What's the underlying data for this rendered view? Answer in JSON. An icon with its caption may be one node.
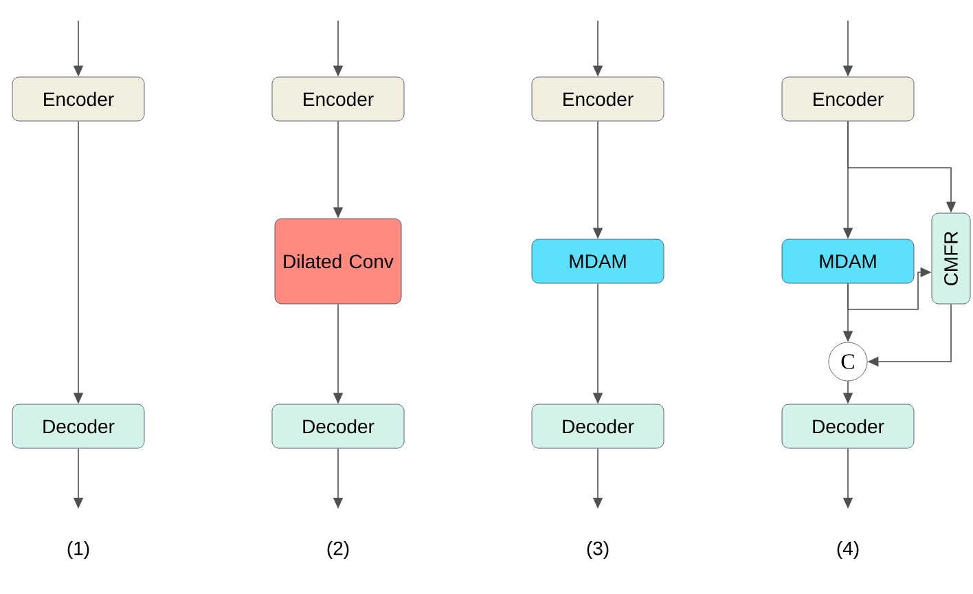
{
  "diagram": {
    "nodes": [
      {
        "text": [
          "Encoder"
        ]
      },
      {
        "text": [
          "Decoder"
        ]
      },
      {
        "text": [
          "Encoder"
        ]
      },
      {
        "text": [
          "Dilated Conv"
        ]
      },
      {
        "text": [
          "Decoder"
        ]
      },
      {
        "text": [
          "Encoder"
        ]
      },
      {
        "text": [
          "MDAM"
        ]
      },
      {
        "text": [
          "Decoder"
        ]
      },
      {
        "text": [
          "Encoder"
        ]
      },
      {
        "text": [
          "MDAM"
        ]
      },
      {
        "text": [
          "CMFR"
        ]
      },
      {
        "text": [
          "C"
        ]
      },
      {
        "text": [
          "Decoder"
        ]
      }
    ],
    "edges": [
      {
        "from": null,
        "to": 0,
        "arrow": "to"
      },
      {
        "from": 0,
        "to": 1,
        "arrow": "to"
      },
      {
        "from": 1,
        "to": null,
        "arrow": "to"
      },
      {
        "from": null,
        "to": 2,
        "arrow": "to"
      },
      {
        "from": 2,
        "to": 3,
        "arrow": "to"
      },
      {
        "from": 3,
        "to": 4,
        "arrow": "to"
      },
      {
        "from": 4,
        "to": null,
        "arrow": "to"
      },
      {
        "from": null,
        "to": 5,
        "arrow": "to"
      },
      {
        "from": 5,
        "to": 6,
        "arrow": "to"
      },
      {
        "from": 6,
        "to": 7,
        "arrow": "to"
      },
      {
        "from": 7,
        "to": null,
        "arrow": "to"
      },
      {
        "from": null,
        "to": 8,
        "arrow": "to"
      },
      {
        "from": 8,
        "to": 9,
        "arrow": "to"
      },
      {
        "from": 8,
        "to": 10,
        "arrow": "to"
      },
      {
        "from": 9,
        "to": 10,
        "arrow": "to"
      },
      {
        "from": 9,
        "to": 11,
        "arrow": "to"
      },
      {
        "from": 10,
        "to": 11,
        "arrow": "to"
      },
      {
        "from": 11,
        "to": 12,
        "arrow": "to"
      },
      {
        "from": 12,
        "to": null,
        "arrow": "to"
      }
    ],
    "labels": [
      "(1)",
      "(2)",
      "(3)",
      "(4)"
    ]
  }
}
